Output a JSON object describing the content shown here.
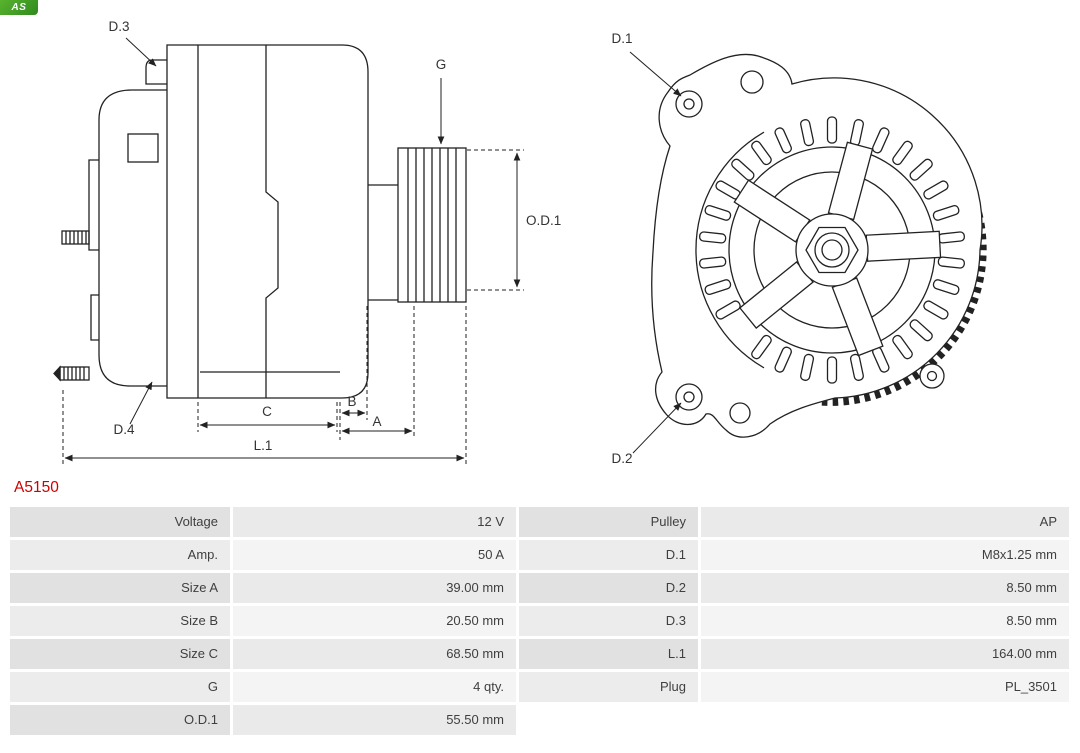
{
  "brand": {
    "logo_text": "AS"
  },
  "part_number": "A5150",
  "diagram": {
    "labels": {
      "d1": "D.1",
      "d2": "D.2",
      "d3": "D.3",
      "d4": "D.4",
      "g": "G",
      "od1": "O.D.1",
      "a": "A",
      "b": "B",
      "c": "C",
      "l1": "L.1"
    }
  },
  "specs": {
    "rows": [
      {
        "label1": "Voltage",
        "value1": "12 V",
        "label2": "Pulley",
        "value2": "AP"
      },
      {
        "label1": "Amp.",
        "value1": "50 A",
        "label2": "D.1",
        "value2": "M8x1.25 mm"
      },
      {
        "label1": "Size A",
        "value1": "39.00 mm",
        "label2": "D.2",
        "value2": "8.50 mm"
      },
      {
        "label1": "Size B",
        "value1": "20.50 mm",
        "label2": "D.3",
        "value2": "8.50 mm"
      },
      {
        "label1": "Size C",
        "value1": "68.50 mm",
        "label2": "L.1",
        "value2": "164.00 mm"
      },
      {
        "label1": "G",
        "value1": "4 qty.",
        "label2": "Plug",
        "value2": "PL_3501"
      },
      {
        "label1": "O.D.1",
        "value1": "55.50 mm",
        "label2": "",
        "value2": ""
      }
    ]
  }
}
